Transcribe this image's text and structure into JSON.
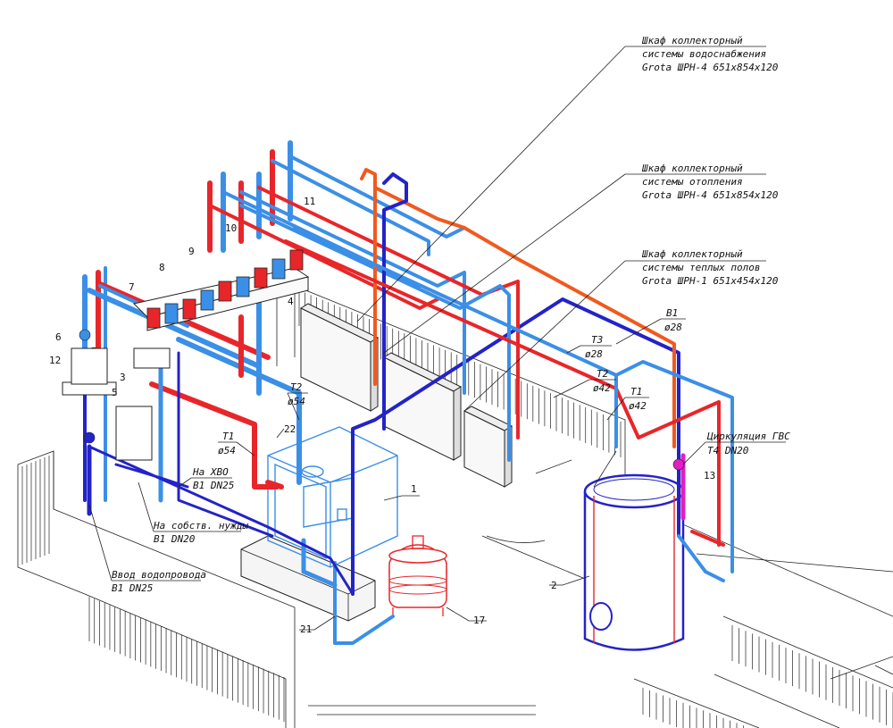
{
  "colors": {
    "supply": "#e8262a",
    "return": "#3b8fe6",
    "cold_water": "#2323c8",
    "hot_water": "#f05a1e",
    "circulation": "#e020c0",
    "lines": "#222222"
  },
  "cabinets": [
    {
      "line1": "Шкаф коллекторный",
      "line2": "системы водоснабжения",
      "line3": "Grota ШРН-4 651x854x120"
    },
    {
      "line1": "Шкаф коллекторный",
      "line2": "системы отопления",
      "line3": "Grota ШРН-4 651x854x120"
    },
    {
      "line1": "Шкаф коллекторный",
      "line2": "системы теплых полов",
      "line3": "Grota ШРН-1 651x454x120"
    }
  ],
  "pipes": {
    "b1": {
      "name": "В1",
      "size": "ø28"
    },
    "t3": {
      "name": "Т3",
      "size": "ø28"
    },
    "t2_right": {
      "name": "Т2",
      "size": "ø42"
    },
    "t1_right": {
      "name": "Т1",
      "size": "ø42"
    },
    "t2_left": {
      "name": "Т2",
      "size": "ø54"
    },
    "t1_left": {
      "name": "Т1",
      "size": "ø54"
    }
  },
  "circulation": {
    "line1": "Циркуляция ГВС",
    "line2": "Т4 DN20"
  },
  "labels": {
    "hvo": {
      "line1": "На ХВО",
      "line2": "В1 DN25"
    },
    "own_needs": {
      "line1": "На собств. нужды",
      "line2": "В1 DN20"
    },
    "water_inlet": {
      "line1": "Ввод водопровода",
      "line2": "В1 DN25"
    }
  },
  "position_numbers": [
    "1",
    "2",
    "3",
    "4",
    "5",
    "6",
    "7",
    "8",
    "9",
    "10",
    "11",
    "12",
    "13",
    "17",
    "21",
    "22"
  ]
}
